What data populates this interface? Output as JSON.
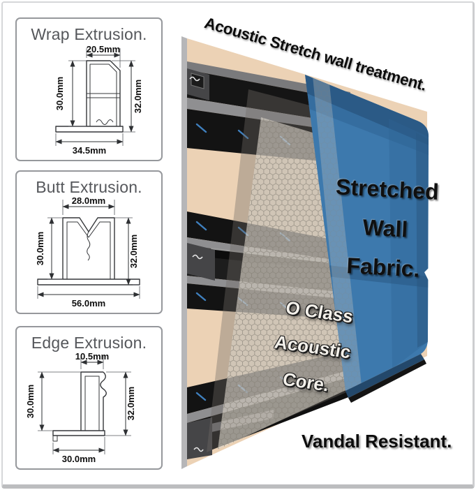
{
  "extrusion_boxes": [
    {
      "title": "Wrap Extrusion.",
      "dim_top": "20.5mm",
      "dim_left": "30.0mm",
      "dim_right": "32.0mm",
      "dim_bottom": "34.5mm"
    },
    {
      "title": "Butt Extrusion.",
      "dim_top": "28.0mm",
      "dim_left": "30.0mm",
      "dim_right": "32.0mm",
      "dim_bottom": "56.0mm"
    },
    {
      "title": "Edge Extrusion.",
      "dim_top": "10.5mm",
      "dim_left": "30.0mm",
      "dim_right": "32.0mm",
      "dim_bottom": "30.0mm"
    }
  ],
  "illustration": {
    "title": "Acoustic Stretch wall treatment.",
    "fabric_label": {
      "line1": "Stretched",
      "line2": "Wall",
      "line3": "Fabric."
    },
    "core_label": {
      "line1": "O Class",
      "line2": "Acoustic",
      "line3": "Core."
    },
    "caption": "Vandal Resistant.",
    "colors": {
      "wall_beige": "#ecd2b5",
      "fabric_blue": "#3d79ad",
      "fabric_blue_dark": "#2b5a86",
      "core_tint": "#dbd5c9",
      "extrusion_black": "#141414",
      "stitch_blue": "#3f80bf"
    }
  }
}
